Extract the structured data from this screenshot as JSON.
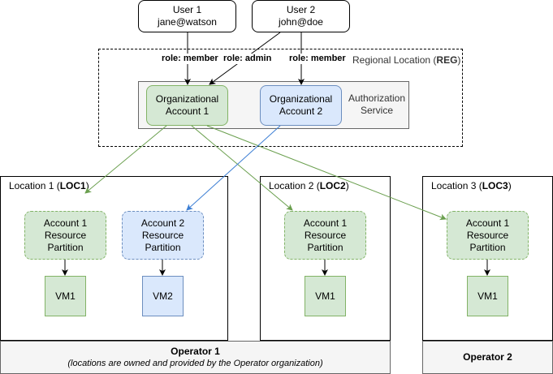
{
  "users": [
    {
      "name": "User 1",
      "email": "jane@watson"
    },
    {
      "name": "User 2",
      "email": "john@doe"
    }
  ],
  "roles": {
    "u1_acc1": "role: member",
    "u2_acc1": "role: admin",
    "u2_acc2": "role: member"
  },
  "region": {
    "label_prefix": "Regional Location (",
    "label_code": "REG",
    "label_suffix": ")"
  },
  "auth_service": {
    "line1": "Authorization",
    "line2": "Service"
  },
  "org_accounts": [
    {
      "line1": "Organizational",
      "line2": "Account 1"
    },
    {
      "line1": "Organizational",
      "line2": "Account 2"
    }
  ],
  "locations": [
    {
      "prefix": "Location 1 (",
      "code": "LOC1",
      "suffix": ")"
    },
    {
      "prefix": "Location 2 (",
      "code": "LOC2",
      "suffix": ")"
    },
    {
      "prefix": "Location 3 (",
      "code": "LOC3",
      "suffix": ")"
    }
  ],
  "partitions": [
    {
      "line1": "Account 1",
      "line2": "Resource",
      "line3": "Partition"
    },
    {
      "line1": "Account 2",
      "line2": "Resource",
      "line3": "Partition"
    },
    {
      "line1": "Account 1",
      "line2": "Resource",
      "line3": "Partition"
    },
    {
      "line1": "Account 1",
      "line2": "Resource",
      "line3": "Partition"
    }
  ],
  "vms": [
    "VM1",
    "VM2",
    "VM1",
    "VM1"
  ],
  "operators": [
    {
      "name": "Operator 1",
      "note": "(locations are owned and provided by the Operator organization)"
    },
    {
      "name": "Operator 2"
    }
  ],
  "colors": {
    "green_fill": "#d5e8d4",
    "green_stroke": "#82b366",
    "blue_fill": "#dae8fc",
    "blue_stroke": "#6c8ebf",
    "blue_arrow": "#3d7fd4"
  }
}
